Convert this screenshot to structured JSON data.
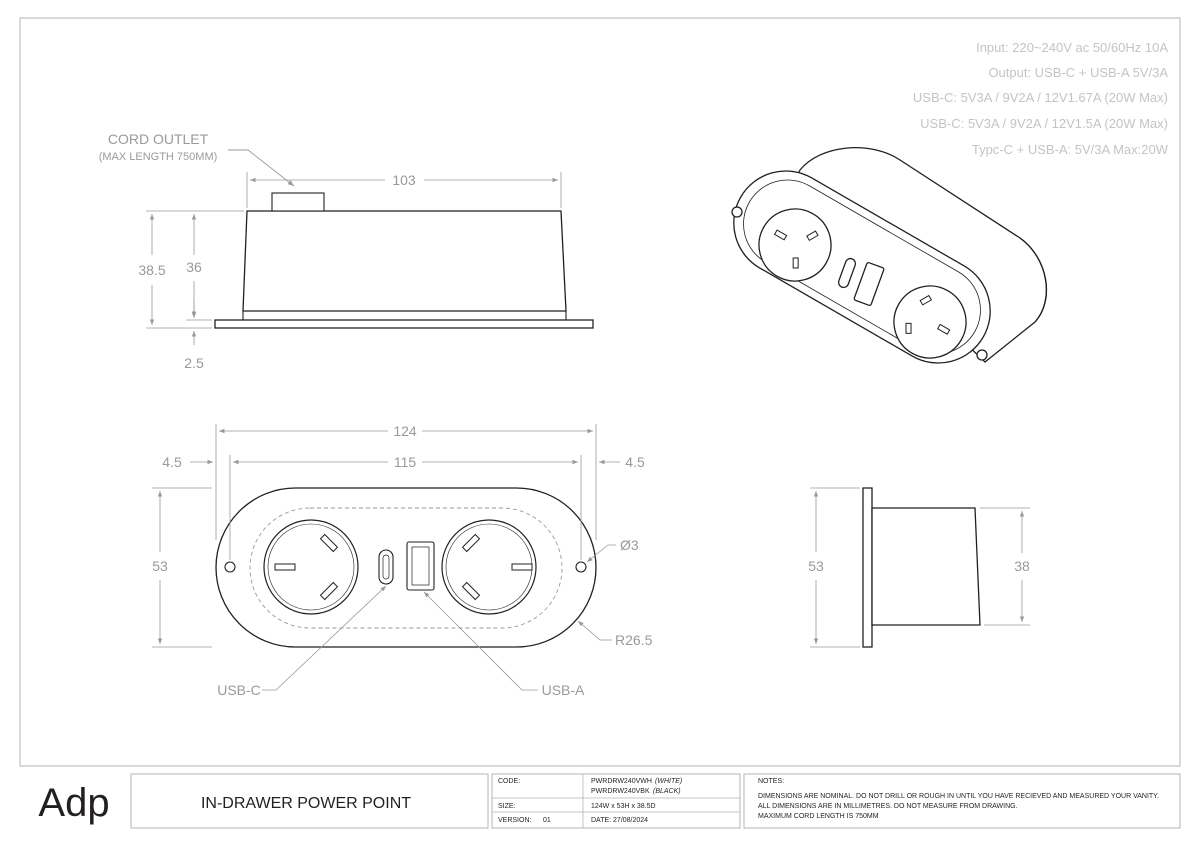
{
  "specs": [
    "Input: 220~240V ac 50/60Hz 10A",
    "Output: USB-C + USB-A 5V/3A",
    "USB-C: 5V3A  / 9V2A  / 12V1.67A (20W Max)",
    "USB-C: 5V3A  / 9V2A  / 12V1.5A (20W Max)",
    "Typc-C + USB-A: 5V/3A Max:20W"
  ],
  "side_view": {
    "cord_outlet_label": "CORD OUTLET",
    "cord_outlet_note": "(MAX LENGTH 750MM)",
    "width_dim": "103",
    "height_dim_outer": "38.5",
    "height_dim_inner": "36",
    "flange_dim": "2.5"
  },
  "front_view": {
    "overall_width_dim": "124",
    "inner_width_dim": "115",
    "left_margin_dim": "4.5",
    "right_margin_dim": "4.5",
    "height_dim": "53",
    "hole_dim": "Ø3",
    "radius_dim": "R26.5",
    "usb_c_label": "USB-C",
    "usb_a_label": "USB-A"
  },
  "end_view": {
    "height_dim_outer": "53",
    "height_dim_inner": "38"
  },
  "title_block": {
    "logo": "Adp",
    "title": "IN-DRAWER POWER POINT",
    "code_label": "CODE:",
    "code_white": "PWRDRW240VWH",
    "code_white_note": "(WHITE)",
    "code_black": "PWRDRW240VBK",
    "code_black_note": "(BLACK)",
    "size_label": "SIZE:",
    "size_value": "124W x 53H x 38.5D",
    "version_label": "VERSION:",
    "version_value": "01",
    "date_value": "DATE: 27/08/2024",
    "notes_label": "NOTES:",
    "notes": [
      "DIMENSIONS ARE NOMINAL. DO NOT DRILL OR ROUGH IN UNTIL YOU HAVE RECIEVED AND MEASURED YOUR VANITY.",
      "ALL DIMENSIONS ARE IN MILLIMETRES. DO NOT MEASURE FROM DRAWING.",
      "MAXIMUM CORD LENGTH IS 750MM"
    ]
  },
  "colors": {
    "line": "#231f20",
    "dimension": "#9a9a9a",
    "spec_text": "#c4c4c4",
    "border": "#b5b5b5"
  }
}
